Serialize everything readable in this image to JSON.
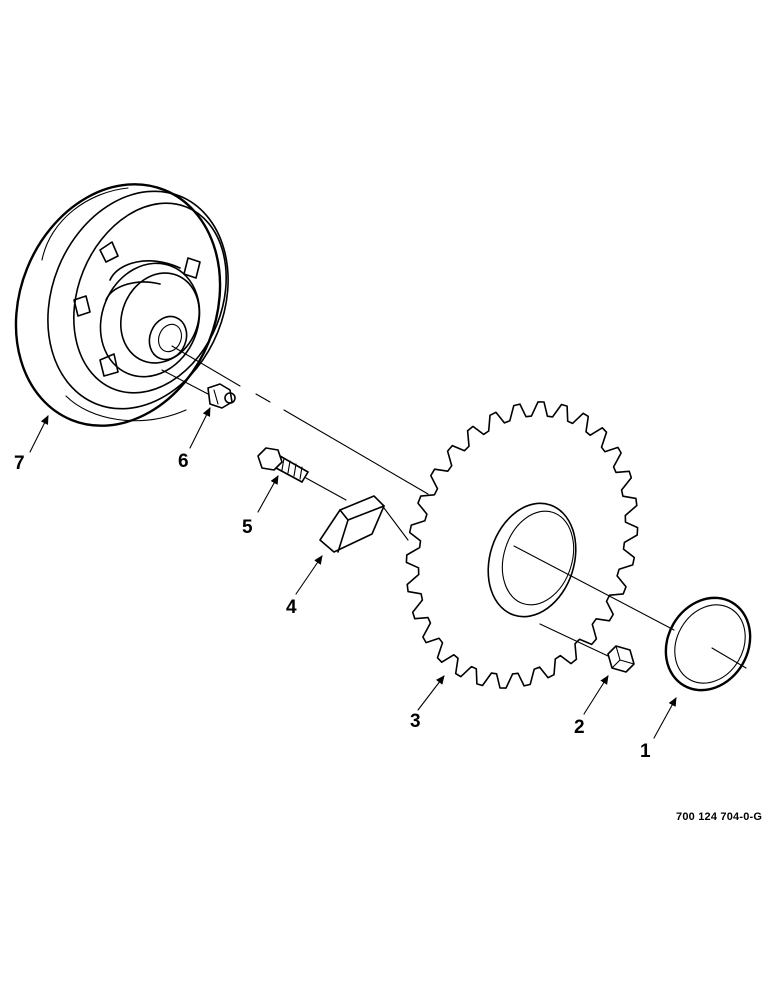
{
  "callouts": {
    "c1": "1",
    "c2": "2",
    "c3": "3",
    "c4": "4",
    "c5": "5",
    "c6": "6",
    "c7": "7"
  },
  "figure_ref": "700 124 704-0-G",
  "colors": {
    "ink": "#000000",
    "background": "#ffffff"
  }
}
